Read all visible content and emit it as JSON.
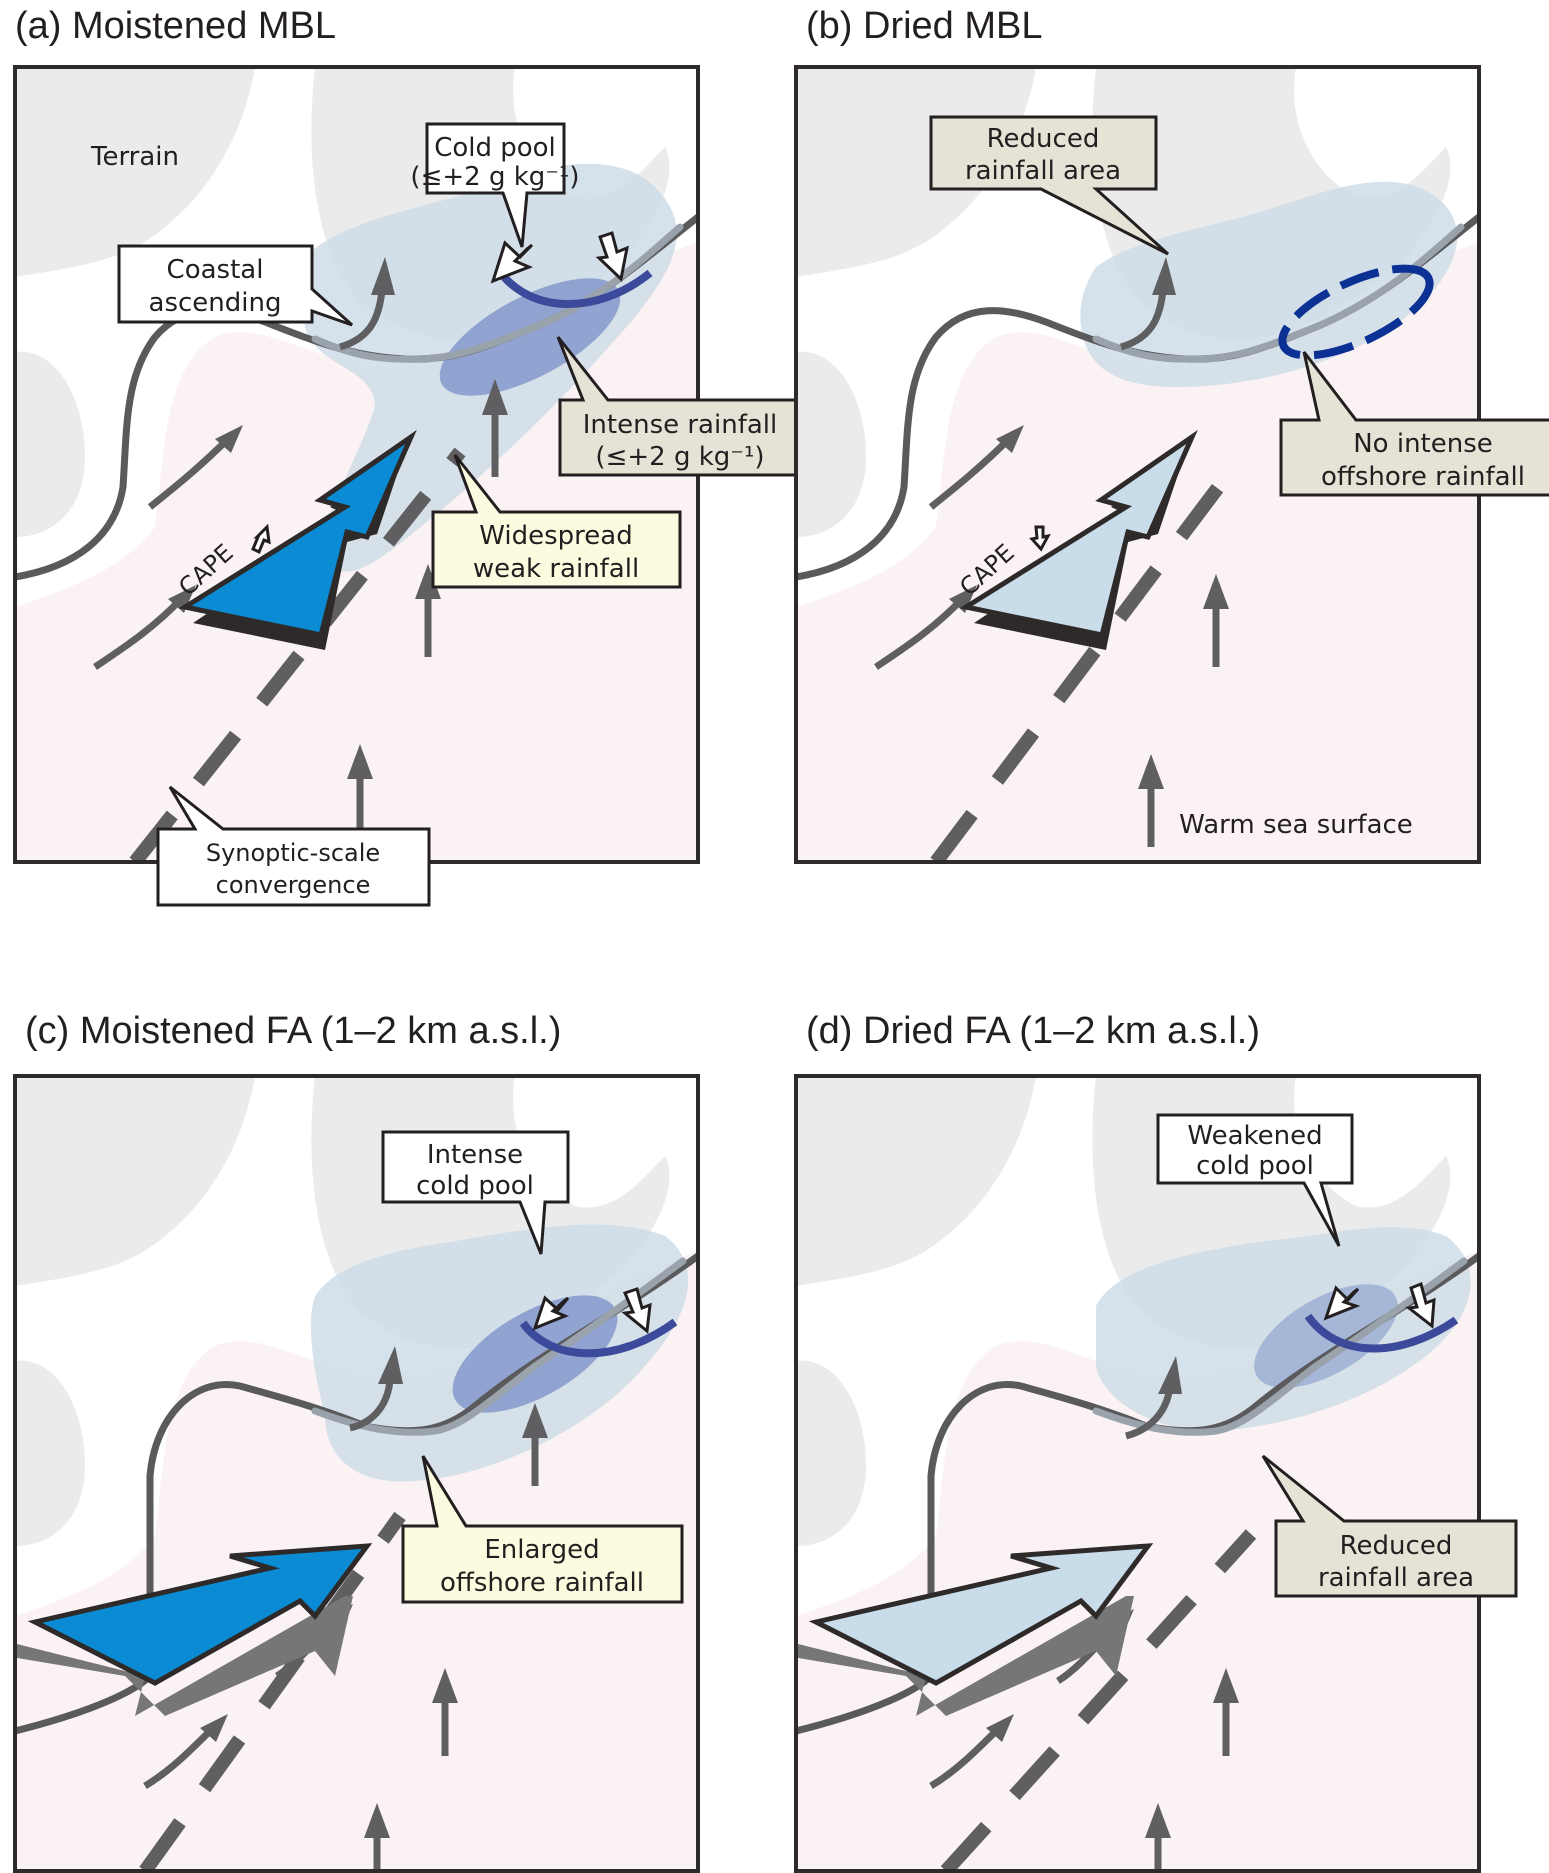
{
  "figure": {
    "panels": [
      {
        "id": "a",
        "title": "(a) Moistened MBL",
        "flow_color": "#0a8bd3",
        "flow_type": "diagonal",
        "cape_label": "CAPE",
        "cape_change": "increase",
        "rain_extent": "widespread",
        "intense_rain": true,
        "cold_pool": true,
        "labels": {
          "terrain": "Terrain",
          "cold_pool": [
            "Cold pool",
            "(≤+2 g kg⁻¹)"
          ],
          "coastal": [
            "Coastal",
            "ascending"
          ],
          "intense": [
            "Intense rainfall",
            "(≤+2 g kg⁻¹)"
          ],
          "widespread": [
            "Widespread",
            "weak rainfall"
          ],
          "synoptic": [
            "Synoptic-scale",
            "convergence"
          ]
        }
      },
      {
        "id": "b",
        "title": "(b) Dried MBL",
        "flow_color": "#c8dcea",
        "flow_type": "diagonal",
        "cape_label": "CAPE",
        "cape_change": "decrease",
        "rain_extent": "reduced",
        "intense_rain": false,
        "cold_pool": false,
        "labels": {
          "reduced": [
            "Reduced",
            "rainfall area"
          ],
          "no_intense": [
            "No intense",
            "offshore rainfall"
          ],
          "warm_sea": "Warm sea surface"
        }
      },
      {
        "id": "c",
        "title": "(c) Moistened FA (1–2 km a.s.l.)",
        "flow_color": "#0a8bd3",
        "flow_type": "elevated",
        "rain_extent": "enlarged",
        "intense_rain": true,
        "cold_pool": true,
        "labels": {
          "cold_pool": [
            "Intense",
            "cold pool"
          ],
          "enlarged": [
            "Enlarged",
            "offshore rainfall"
          ]
        }
      },
      {
        "id": "d",
        "title": "(d) Dried FA (1–2 km a.s.l.)",
        "flow_color": "#c8dcea",
        "flow_type": "elevated",
        "rain_extent": "reduced",
        "intense_rain": true,
        "cold_pool": true,
        "labels": {
          "cold_pool": [
            "Weakened",
            "cold pool"
          ],
          "reduced": [
            "Reduced",
            "rainfall area"
          ]
        }
      }
    ],
    "colors": {
      "terrain": "#ebebeb",
      "sea": "#fbf2f3",
      "rain_area": "#cddce6",
      "intense_rain": "#7f93c9",
      "cold_pool_front": "#3b4a9b",
      "no_intense_outline": "#0b3194",
      "moist_flow": "#0a8bd3",
      "dry_flow": "#c8dcea",
      "wind_arrows": "#5f5f61"
    }
  }
}
